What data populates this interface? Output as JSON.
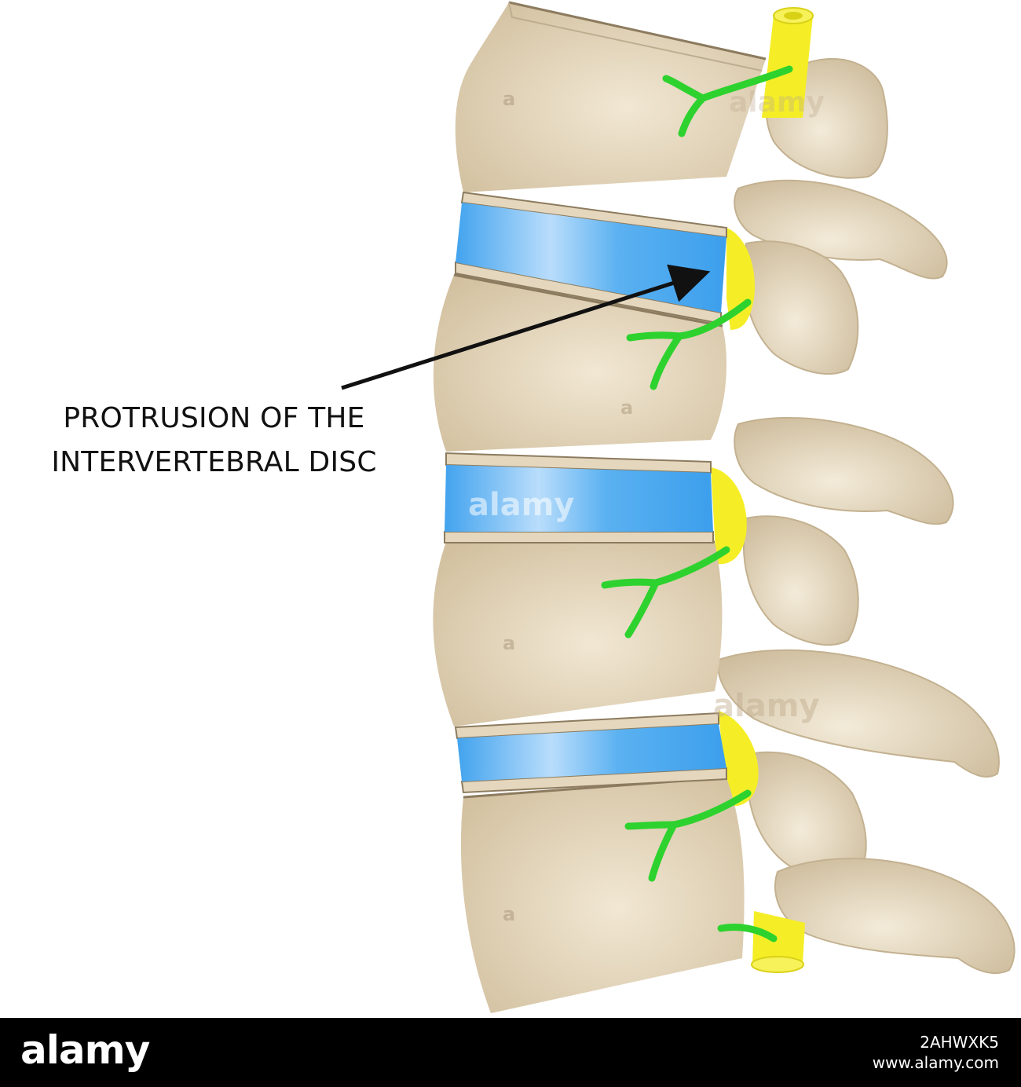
{
  "caption": {
    "line1": "PROTRUSION OF THE",
    "line2": "INTERVERTEBRAL DISC"
  },
  "watermark": {
    "text": "alamy",
    "small_mark": "a"
  },
  "footer": {
    "logo": "alamy",
    "image_id": "2AHWXK5",
    "site": "www.alamy.com"
  },
  "colors": {
    "bone": "#d7c7a8",
    "bone_highlight": "#efe4cf",
    "disc": "#46a7f0",
    "disc_highlight": "#b8dcfb",
    "nerve": "#2ed22e",
    "spinal_cord": "#f5ee27",
    "arrow": "#111111",
    "footer_bg": "#000000"
  }
}
